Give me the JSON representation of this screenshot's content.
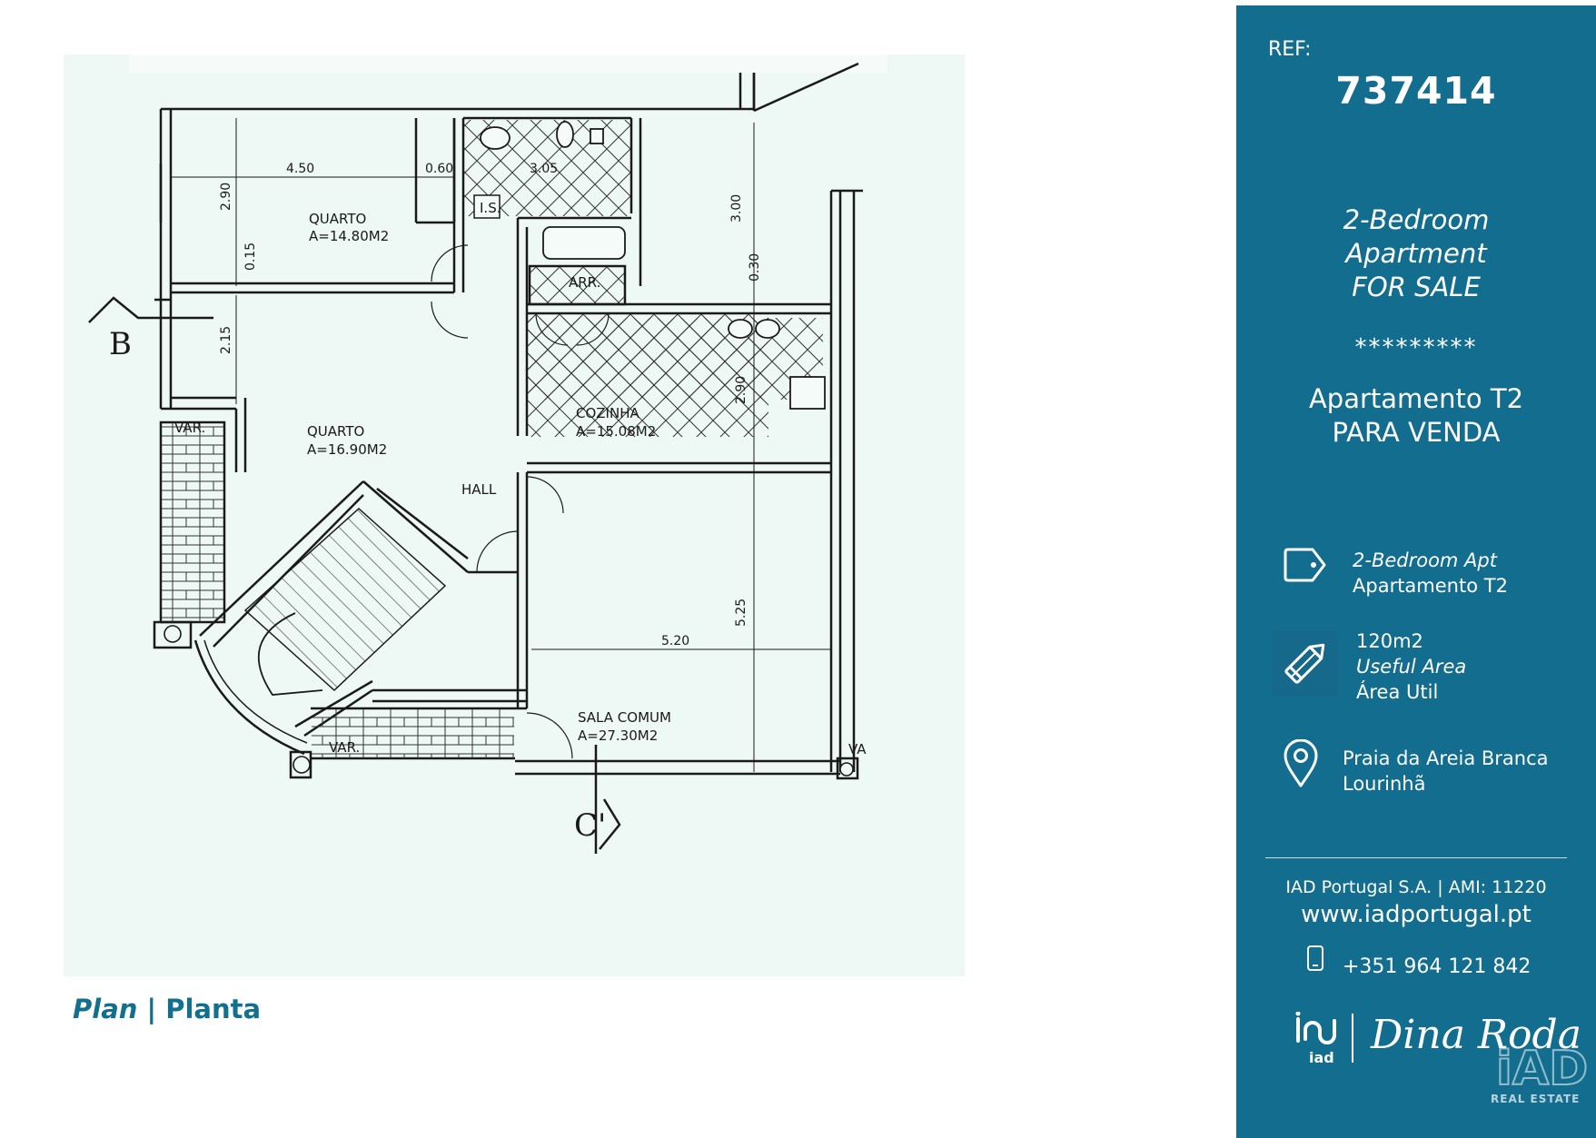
{
  "plan": {
    "caption_en": "Plan",
    "caption_sep": "|",
    "caption_pt": "Planta",
    "labels": {
      "quarto1": "QUARTO",
      "quarto1_area": "A=14.80M2",
      "quarto2": "QUARTO",
      "quarto2_area": "A=16.90M2",
      "cozinha": "COZINHA",
      "cozinha_area": "A=15.08M2",
      "sala": "SALA COMUM",
      "sala_area": "A=27.30M2",
      "hall": "HALL",
      "is": "I.S.",
      "arr": "ARR.",
      "var1": "VAR.",
      "var2": "VAR.",
      "var3": "VA",
      "section_b": "B",
      "section_c": "C'"
    },
    "dims": {
      "d450": "4.50",
      "d060": "0.60",
      "d305": "3.05",
      "d290a": "2.90",
      "d015": "0.15",
      "d215": "2.15",
      "d300": "3.00",
      "d030": "0.30",
      "d290b": "2.90",
      "d525": "5.25",
      "d520": "5.20"
    }
  },
  "panel": {
    "ref_label": "REF:",
    "ref_value": "737414",
    "title_en": [
      "2-Bedroom",
      "Apartment",
      "FOR SALE"
    ],
    "stars": "*********",
    "title_pt": [
      "Apartamento T2",
      "PARA VENDA"
    ],
    "features": [
      {
        "icon": "price-tag-icon",
        "lines": [
          "2-Bedroom Apt",
          "Apartamento T2"
        ]
      },
      {
        "icon": "pencil-icon",
        "lines": [
          "120m2",
          "Useful Area",
          "Área Util"
        ]
      },
      {
        "icon": "location-pin-icon",
        "lines": [
          "Praia da Areia Branca",
          "Lourinhã"
        ]
      }
    ],
    "company": "IAD Portugal S.A. | AMI: 11220",
    "website": "www.iadportugal.pt",
    "phone": "+351 964 121 842",
    "logo_text": "iad",
    "signature": "Dina Roda",
    "watermark_text": "REAL ESTATE",
    "colors": {
      "panel_bg": "#126d8f",
      "caption": "#12708f",
      "plan_bg": "#eef8f5"
    }
  }
}
